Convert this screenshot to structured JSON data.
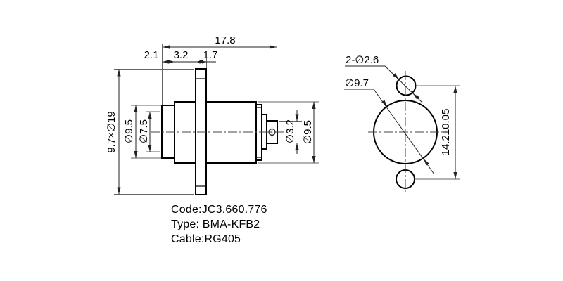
{
  "drawing": {
    "front_view": {
      "overall_length": "17.8",
      "seg_barrel": "2.1",
      "seg_body_to_flange": "3.2",
      "seg_flange_thickness": "1.7",
      "flange_size": "9.7×∅19",
      "barrel_outer_dia": "∅9.5",
      "barrel_inner_dia": "∅7.5",
      "ferrule_dia": "∅3.2",
      "body_dia": "∅9.5"
    },
    "side_view": {
      "mount_holes": "2-∅2.6",
      "center_hole_dia": "∅9.7",
      "hole_spacing": "14.2±0.05"
    },
    "title_block": {
      "code": "Code:JC3.660.776",
      "type": "Type: BMA-KFB2",
      "cable": "Cable:RG405"
    }
  },
  "colors": {
    "background": "#ffffff",
    "object_line": "#000000",
    "dimension_line": "#222222",
    "extension_line": "#666666",
    "text": "#000000"
  }
}
